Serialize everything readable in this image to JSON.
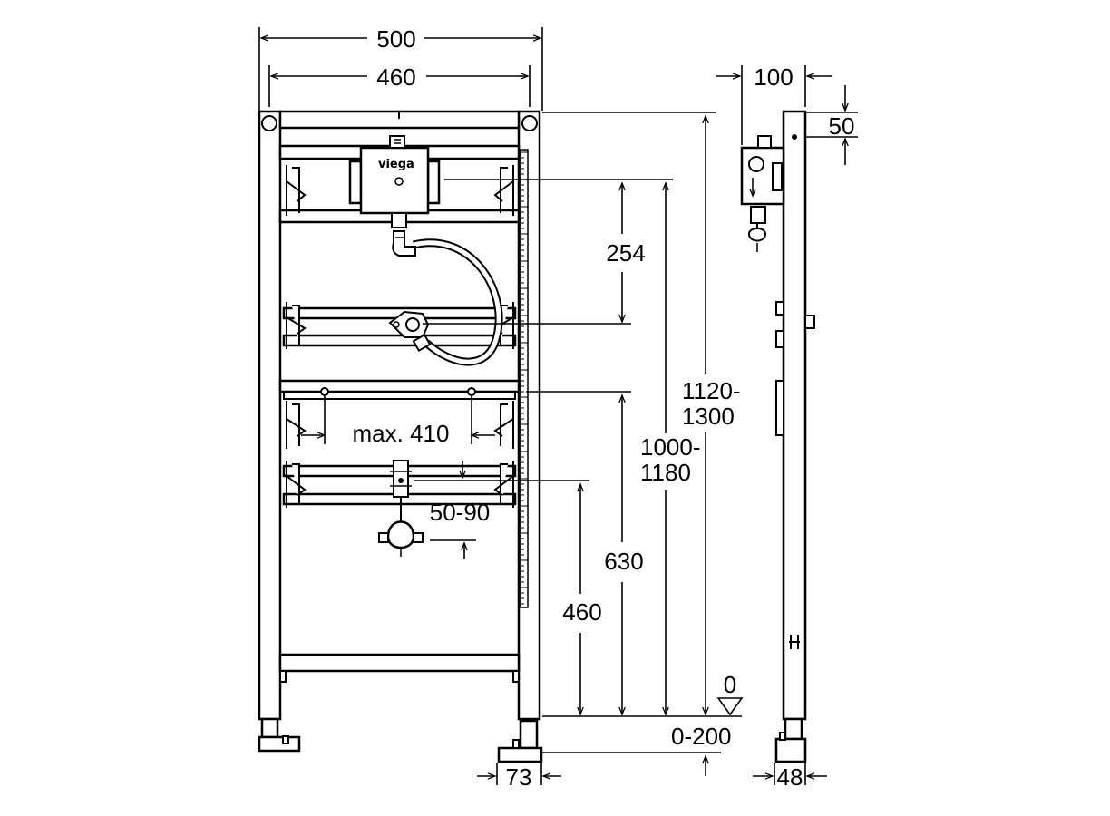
{
  "brand": "viega",
  "front_view": {
    "dims": {
      "total_width": "500",
      "inner_width": "460",
      "valve_spacing": "254",
      "bracket_span": "max. 410",
      "drain_offset": "50-90",
      "upper_bar_height": "630",
      "drain_height": "460",
      "valve_height_a": "1000-",
      "valve_height_b": "1180",
      "frame_height_a": "1120-",
      "frame_height_b": "1300",
      "floor_level": "0",
      "leg_adjust": "0-200",
      "foot_width": "73"
    }
  },
  "side_view": {
    "dims": {
      "depth_top": "100",
      "offset_top": "50",
      "foot_depth": "48"
    }
  }
}
